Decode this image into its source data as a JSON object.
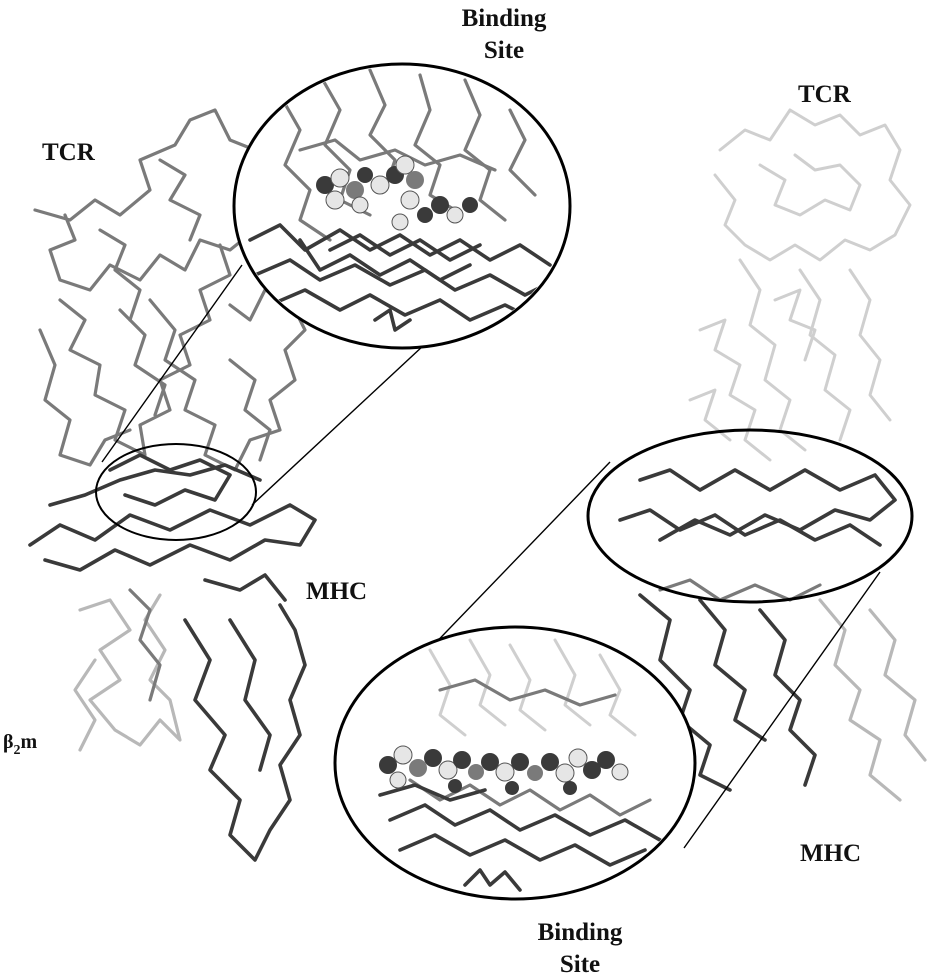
{
  "labels": {
    "left_tcr": "TCR",
    "left_mhc": "MHC",
    "left_b2m": "β",
    "left_b2m_sub": "2",
    "left_b2m_suffix": "m",
    "top_binding_site_line1": "Binding",
    "top_binding_site_line2": "Site",
    "right_tcr": "TCR",
    "right_mhc": "MHC",
    "bottom_binding_site_line1": "Binding",
    "bottom_binding_site_line2": "Site"
  },
  "colors": {
    "background": "#ffffff",
    "tcr_left": "#7a7a7a",
    "tcr_right": "#b8b8b8",
    "mhc": "#3a3a3a",
    "b2m": "#8c8c8c",
    "peptide_atoms_light": "#e6e6e6",
    "peptide_atoms_dark": "#3a3a3a"
  }
}
